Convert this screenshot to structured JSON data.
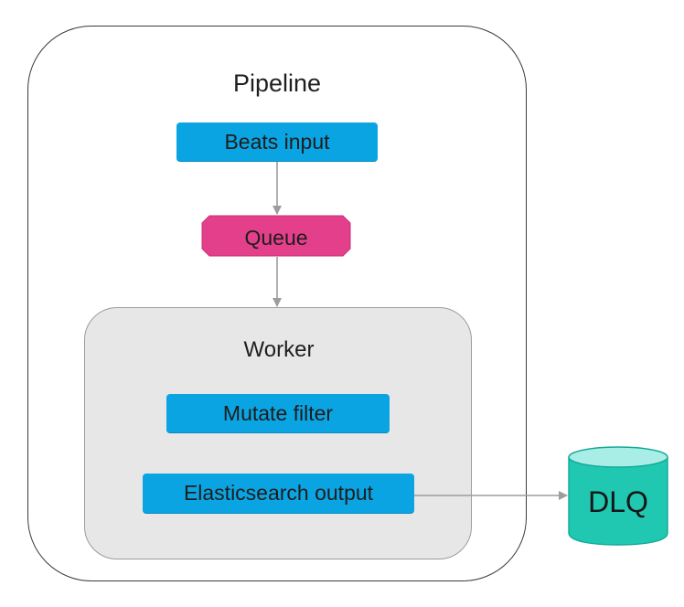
{
  "diagram": {
    "pipeline": {
      "title": "Pipeline"
    },
    "beats_input": {
      "label": "Beats input"
    },
    "queue": {
      "label": "Queue"
    },
    "worker": {
      "title": "Worker",
      "filter_label": "Mutate filter",
      "output_label": "Elasticsearch output"
    },
    "dlq": {
      "label": "DLQ"
    },
    "colors": {
      "blue_box": "#0ba4e2",
      "queue_pink": "#e43f8b",
      "worker_gray": "#e7e7e7",
      "dlq_teal": "#20c7b1",
      "dlq_top": "#a9eee6",
      "connector": "#9d9d9d"
    }
  }
}
